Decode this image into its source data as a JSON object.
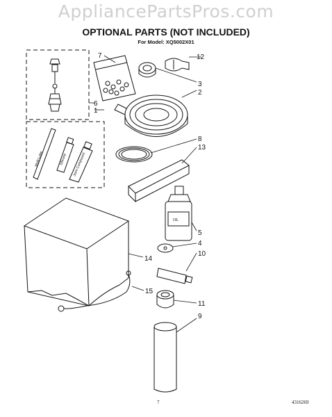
{
  "watermark": "AppliancePartsPros.com",
  "title": "OPTIONAL PARTS (NOT INCLUDED)",
  "subtitle": "For Model: XQ5002X01",
  "callouts": [
    "7",
    "12",
    "3",
    "2",
    "6",
    "1",
    "8",
    "13",
    "5",
    "4",
    "14",
    "10",
    "15",
    "11",
    "9"
  ],
  "item_labels": {
    "bottle": "OIL",
    "tube_a": "Multi Lube",
    "tube_b": "Silicone",
    "tube_c": "Joint Compound"
  },
  "footer": {
    "page_number": "7",
    "doc_number": "4316269"
  }
}
